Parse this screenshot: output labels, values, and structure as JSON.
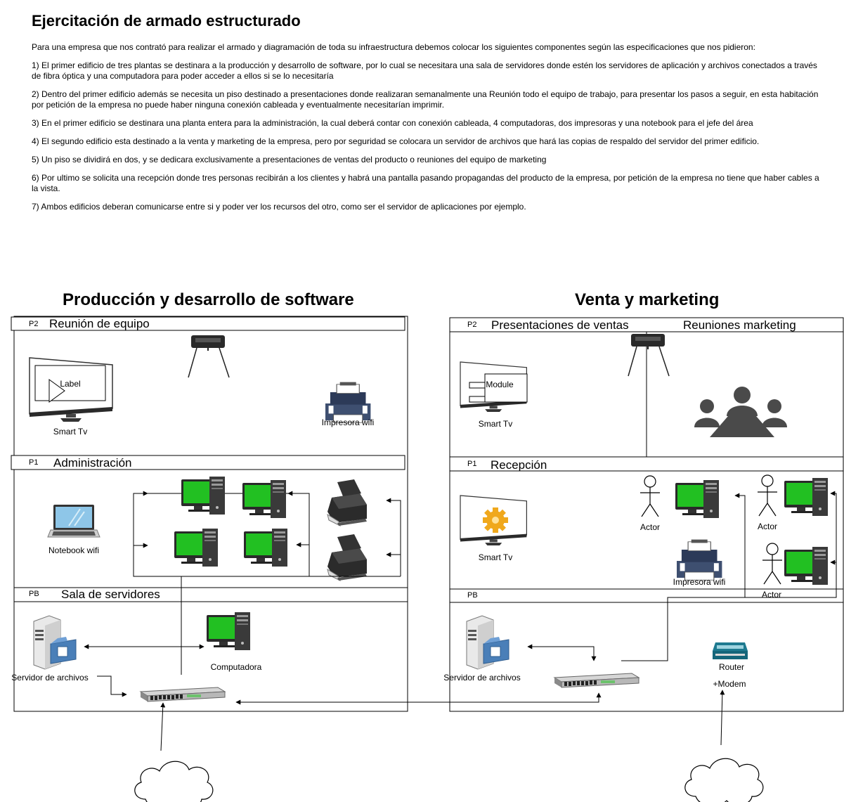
{
  "page": {
    "title": "Ejercitación de armado estructurado",
    "paragraphs": [
      "Para una empresa que  nos contrató para realizar el armado y diagramación de toda su infraestructura debemos colocar los siguientes componentes según las especificaciones que nos pidieron:",
      "1) El primer edificio de tres plantas se destinara a la producción y desarrollo de software, por lo cual se necesitara una sala de servidores donde estén los servidores de aplicación y archivos conectados a través de fibra óptica y una computadora para poder acceder a ellos si se lo necesitaría",
      "2) Dentro del primer edificio además se necesita un piso destinado a presentaciones donde realizaran semanalmente una Reunión todo el equipo de trabajo, para presentar los pasos a seguir, en esta habitación por petición de la empresa no puede haber ninguna conexión cableada y eventualmente necesitarían imprimir.",
      "3) En el primer edificio se destinara una planta entera para la administración, la cual deberá contar con conexión cableada, 4 computadoras, dos impresoras y una notebook para el jefe del área",
      "4) El segundo edificio esta destinado a la venta y marketing de la empresa, pero por seguridad se colocara un servidor de archivos que hará las copias de respaldo del servidor del primer edificio.",
      "5) Un piso se dividirá en dos, y se dedicara exclusivamente a presentaciones de ventas del producto o reuniones del equipo de marketing",
      "6) Por ultimo se solicita una recepción donde tres personas recibirán a los clientes y habrá una pantalla pasando propagandas del producto de la empresa, por petición de la empresa no tiene que haber cables a la vista.",
      "7) Ambos edificios deberan comunicarse entre si y poder ver los recursos del otro, como ser el servidor de aplicaciones por ejemplo."
    ]
  },
  "building1": {
    "title": "Producción y desarrollo de software",
    "floors": {
      "p2": {
        "level": "P2",
        "name": "Reunión de equipo"
      },
      "p1": {
        "level": "P1",
        "name": "Administración"
      },
      "pb": {
        "level": "PB",
        "name": "Sala de servidores"
      }
    },
    "labels": {
      "tv_inner": "Label",
      "smart_tv": "Smart Tv",
      "printer_wifi": "Impresora wifi",
      "notebook": "Notebook wifi",
      "file_server": "Servidor de archivos",
      "computer": "Computadora"
    }
  },
  "building2": {
    "title": "Venta y marketing",
    "floors": {
      "p2": {
        "level": "P2",
        "name": "Presentaciones de ventas",
        "name2": "Reuniones marketing"
      },
      "p1": {
        "level": "P1",
        "name": "Recepción"
      },
      "pb": {
        "level": "PB"
      }
    },
    "labels": {
      "tv_inner": "Module",
      "smart_tv": "Smart Tv",
      "smart_tv_2": "Smart Tv",
      "actor": "Actor",
      "printer_wifi": "Impresora wifi",
      "file_server": "Servidor de archivos",
      "router": "Router",
      "modem": "+Modem"
    }
  },
  "colors": {
    "screen_green": "#22c022",
    "line": "#000000",
    "monitor_body": "#2a2a2a"
  }
}
